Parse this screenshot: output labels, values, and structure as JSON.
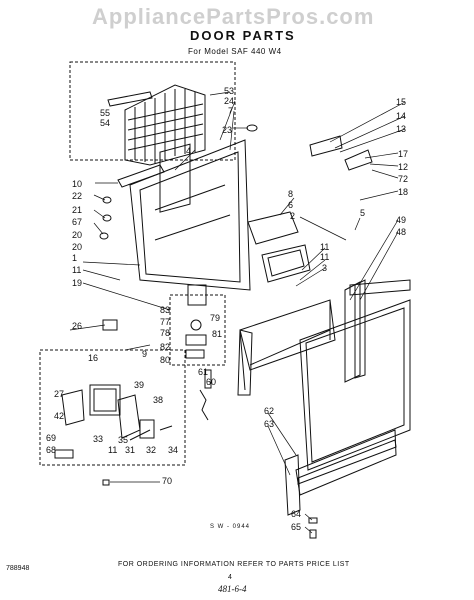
{
  "watermark": "AppliancePartsPros.com",
  "title": "DOOR PARTS",
  "subtitle": "For Model SAF 440 W4",
  "part_numbers": [
    "55",
    "54",
    "53",
    "24",
    "7",
    "4",
    "23",
    "15",
    "14",
    "13",
    "10",
    "22",
    "21",
    "67",
    "20",
    "20",
    "17",
    "12",
    "72",
    "18",
    "8",
    "6",
    "2",
    "5",
    "49",
    "48",
    "11",
    "1",
    "19",
    "11",
    "11",
    "3",
    "83",
    "77",
    "78",
    "82",
    "80",
    "79",
    "81",
    "26",
    "9",
    "16",
    "27",
    "42",
    "39",
    "38",
    "33",
    "11",
    "32",
    "34",
    "35",
    "31",
    "69",
    "68",
    "61",
    "60",
    "62",
    "63",
    "70",
    "64",
    "65"
  ],
  "diagram_code": "S W - 0944",
  "footer_note": "FOR ORDERING INFORMATION REFER TO PARTS PRICE LIST",
  "page_number": "4",
  "left_code": "788948",
  "handwritten": "481-6-4"
}
